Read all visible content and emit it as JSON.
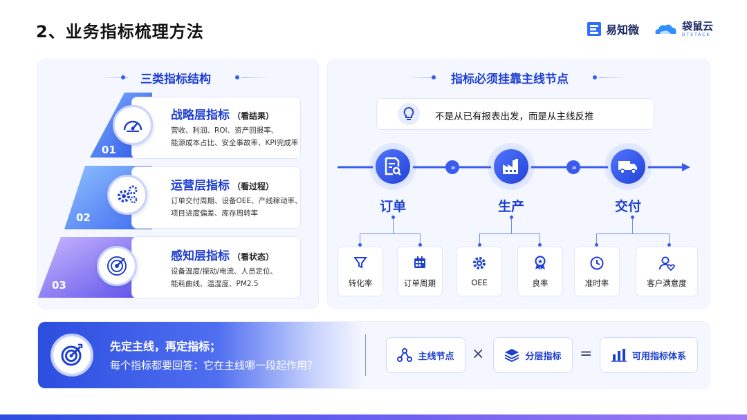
{
  "page": {
    "title": "2、业务指标梳理方法"
  },
  "logos": [
    {
      "name": "易知微"
    },
    {
      "name": "袋鼠云",
      "sub": "DTSTACK"
    }
  ],
  "left": {
    "title": "三类指标结构",
    "tiers": [
      {
        "num": "01",
        "name": "战略层指标",
        "sub": "（看结果）",
        "desc1": "营收、利润、ROI、资产回报率、",
        "desc2": "能源成本占比、安全事故率、KPI完成率",
        "icon": "speedometer-target-icon"
      },
      {
        "num": "02",
        "name": "运营层指标",
        "sub": "（看过程）",
        "desc1": "订单交付周期、设备OEE、产线稼动率、",
        "desc2": "项目进度偏差、库存周转率",
        "icon": "gears-icon"
      },
      {
        "num": "03",
        "name": "感知层指标",
        "sub": "（看状态）",
        "desc1": "设备温度/振动/电流、人员定位、",
        "desc2": "能耗曲线、温湿度、PM2.5",
        "icon": "radar-icon"
      }
    ]
  },
  "right": {
    "title": "指标必须挂靠主线节点",
    "tip": "不是从已有报表出发，而是从主线反推",
    "nodes": [
      {
        "label": "订单",
        "icon": "document-search-icon",
        "metrics": [
          {
            "label": "转化率",
            "icon": "funnel-icon"
          },
          {
            "label": "订单周期",
            "icon": "calendar-icon"
          }
        ]
      },
      {
        "label": "生产",
        "icon": "factory-icon",
        "metrics": [
          {
            "label": "OEE",
            "icon": "gear-icon"
          },
          {
            "label": "良率",
            "icon": "award-icon"
          }
        ]
      },
      {
        "label": "交付",
        "icon": "truck-icon",
        "metrics": [
          {
            "label": "准时率",
            "icon": "clock-icon"
          },
          {
            "label": "客户满意度",
            "icon": "user-heart-icon"
          }
        ]
      }
    ]
  },
  "bottom": {
    "line1": "先定主线，再定指标；",
    "line2": "每个指标都要回答：它在主线哪一段起作用？",
    "pill1": "主线节点",
    "op1": "×",
    "pill2": "分层指标",
    "op2": "=",
    "pill3": "可用指标体系"
  },
  "colors": {
    "accent": "#1e3fd0",
    "primary": "#3a5bef"
  }
}
